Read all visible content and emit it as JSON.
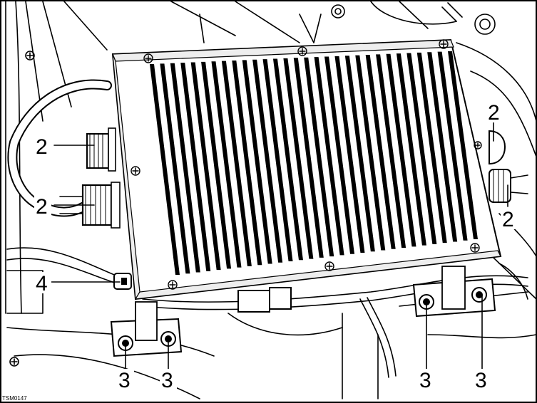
{
  "figure_id": "TSM0147",
  "callouts": [
    {
      "id": "c1",
      "label": "2"
    },
    {
      "id": "c2",
      "label": "2"
    },
    {
      "id": "c3",
      "label": "2"
    },
    {
      "id": "c4",
      "label": "2"
    },
    {
      "id": "c5",
      "label": "4"
    },
    {
      "id": "c6",
      "label": "3"
    },
    {
      "id": "c7",
      "label": "3"
    },
    {
      "id": "c8",
      "label": "3"
    },
    {
      "id": "c9",
      "label": "3"
    }
  ],
  "colors": {
    "ink": "#000000",
    "paper": "#ffffff"
  }
}
